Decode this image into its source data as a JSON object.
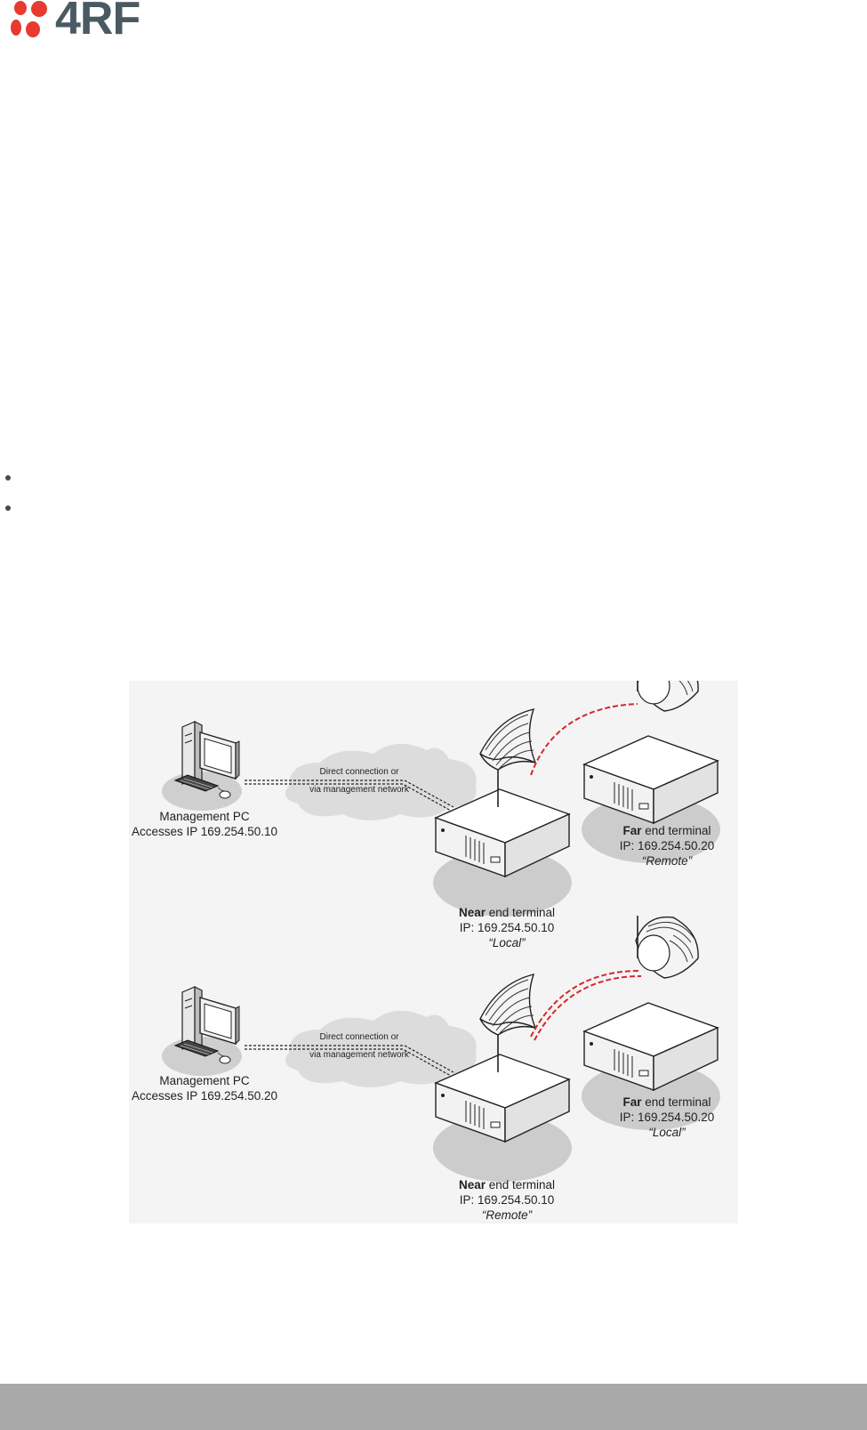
{
  "header": {
    "logo_text": "4RF"
  },
  "bullets": [
    {
      "text": ""
    },
    {
      "text": ""
    }
  ],
  "figure": {
    "top_panel": {
      "pc_line1": "Management PC",
      "pc_line2": "Accesses IP 169.254.50.10",
      "link_line1": "Direct connection or",
      "link_line2": "via management network",
      "near_bold": "Near",
      "near_rest": " end terminal",
      "near_ip": "IP: 169.254.50.10",
      "near_role": "“Local”",
      "far_bold": "Far",
      "far_rest": " end terminal",
      "far_ip": "IP: 169.254.50.20",
      "far_role": "“Remote”"
    },
    "bottom_panel": {
      "pc_line1": "Management PC",
      "pc_line2": "Accesses IP 169.254.50.20",
      "link_line1": "Direct connection or",
      "link_line2": "via management network",
      "near_bold": "Near",
      "near_rest": " end terminal",
      "near_ip": "IP: 169.254.50.10",
      "near_role": "“Remote”",
      "far_bold": "Far",
      "far_rest": " end terminal",
      "far_ip": "IP: 169.254.50.20",
      "far_role": "“Local”"
    }
  },
  "colors": {
    "logo_red": "#e63b2e",
    "logo_gray": "#4a5a63",
    "link_red": "#d7262b",
    "footer": "#a9a9aa"
  }
}
